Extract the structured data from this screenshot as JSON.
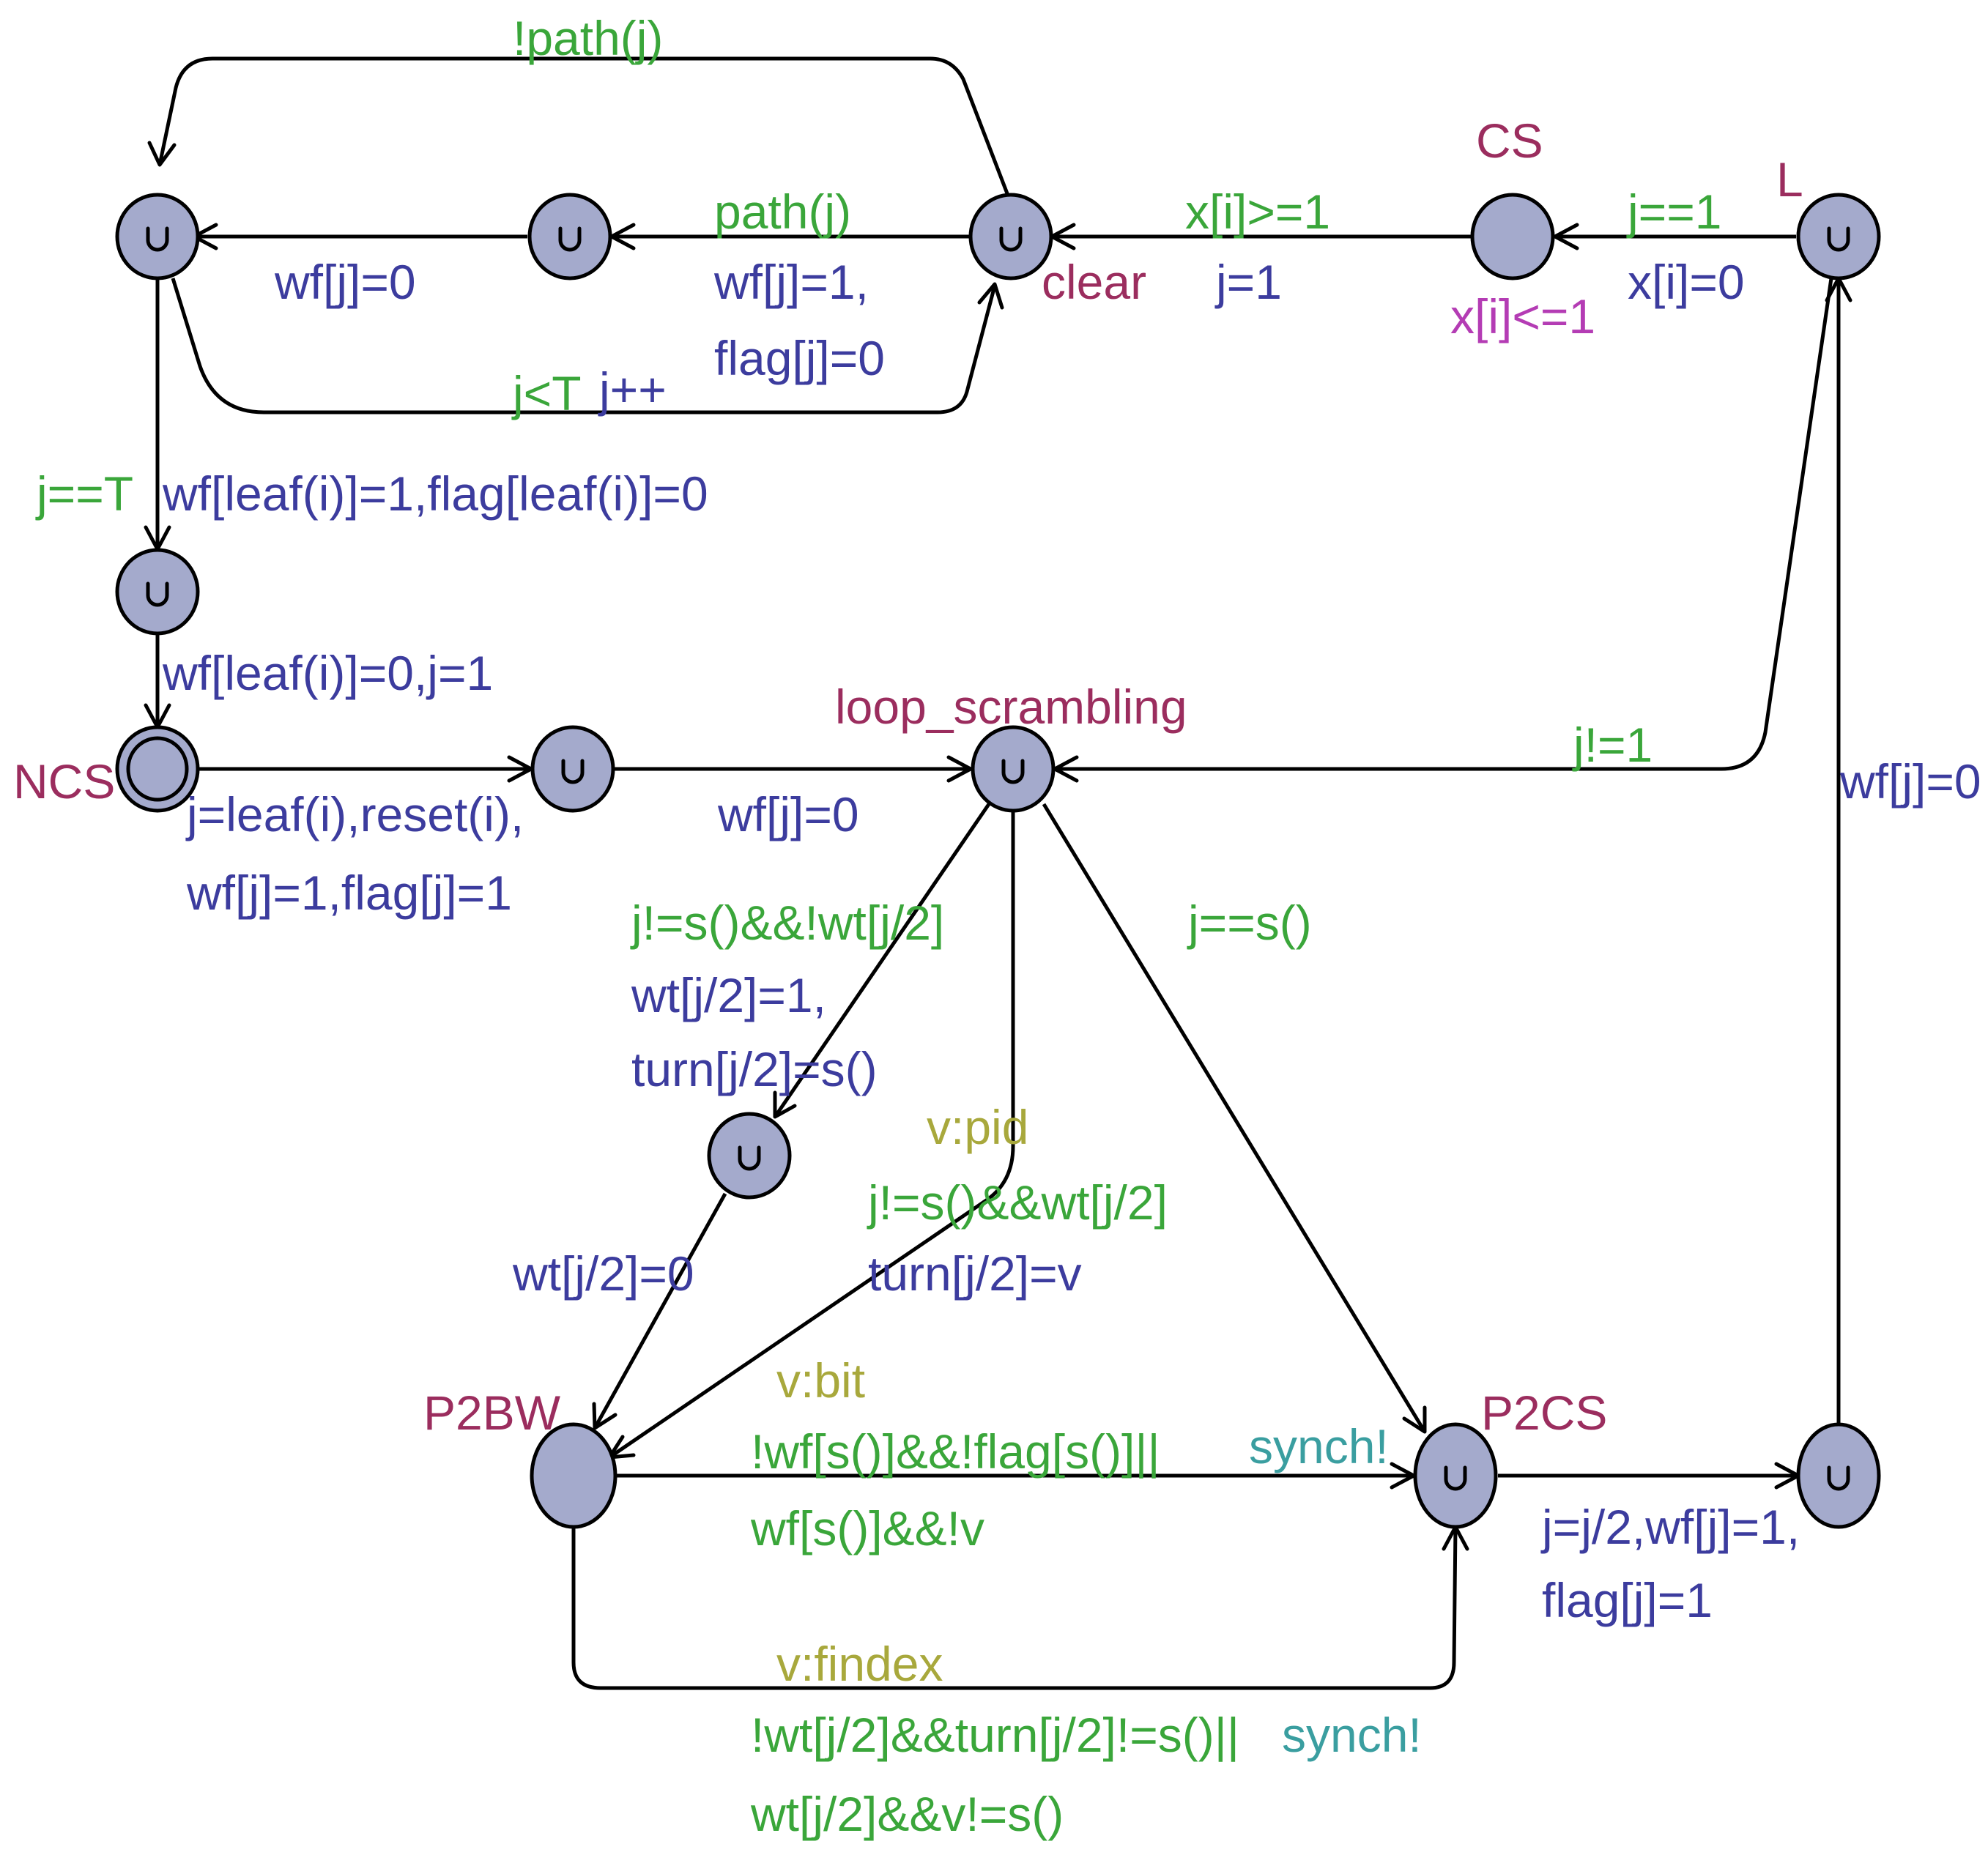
{
  "colors": {
    "location_fill": "#a4aacc",
    "stroke": "#000000",
    "location_name": "#9b2d5e",
    "guard": "#3aa63a",
    "update": "#3c3c9e",
    "select": "#a8a83c",
    "synchronisation": "#3a9ea0",
    "invariant": "#b43cb4"
  },
  "locations": {
    "cs": {
      "name": "CS",
      "invariant": "x[i]<=1"
    },
    "l": {
      "name": "L"
    },
    "clear": {
      "name": "clear"
    },
    "ncs": {
      "name": "NCS"
    },
    "loop_scrambling": {
      "name": "loop_scrambling"
    },
    "p2bw": {
      "name": "P2BW"
    },
    "p2cs": {
      "name": "P2CS"
    }
  },
  "edges": {
    "not_path": {
      "guard": "!path(j)"
    },
    "mid_to_top_left": {
      "update": "wf[j]=0"
    },
    "clear_to_mid": {
      "guard": "path(j)",
      "update_1": "wf[j]=1,",
      "update_2": "flag[j]=0"
    },
    "cs_to_clear": {
      "guard": "x[i]>=1",
      "update": "j=1"
    },
    "l_to_cs": {
      "guard": "j==1",
      "update": "x[i]=0"
    },
    "loop_j_lt_t": {
      "guard": "j<T",
      "update": "j++"
    },
    "top_left_down": {
      "guard": "j==T",
      "update": "wf[leaf(i)]=1,flag[leaf(i)]=0"
    },
    "to_ncs": {
      "update": "wf[leaf(i)]=0,j=1"
    },
    "ncs_out": {
      "update_1": "j=leaf(i),reset(i),",
      "update_2": "wf[j]=1,flag[j]=1"
    },
    "to_loop": {
      "update": "wf[j]=0"
    },
    "l_to_loop": {
      "guard": "j!=1"
    },
    "bottom_right_to_l": {
      "update": "wf[j]=0"
    },
    "loop_to_wait": {
      "guard": "j!=s()&&!wt[j/2]",
      "update_1": "wt[j/2]=1,",
      "update_2": "turn[j/2]=s()"
    },
    "loop_to_p2cs": {
      "guard": "j==s()"
    },
    "loop_to_p2bw": {
      "select": "v:pid",
      "guard": "j!=s()&&wt[j/2]",
      "update": "turn[j/2]=v"
    },
    "wait_to_p2bw": {
      "update": "wt[j/2]=0"
    },
    "p2bw_to_p2cs_bit": {
      "select": "v:bit",
      "guard_1": "!wf[s()]&&!flag[s()]||",
      "guard_2": "wf[s()]&&!v",
      "sync": "synch!"
    },
    "p2bw_to_p2cs_findex": {
      "select": "v:findex",
      "guard_1": "!wt[j/2]&&turn[j/2]!=s()||",
      "guard_2": "wt[j/2]&&v!=s()",
      "sync": "synch!"
    },
    "p2cs_out": {
      "update_1": "j=j/2,wf[j]=1,",
      "update_2": "flag[j]=1"
    }
  }
}
